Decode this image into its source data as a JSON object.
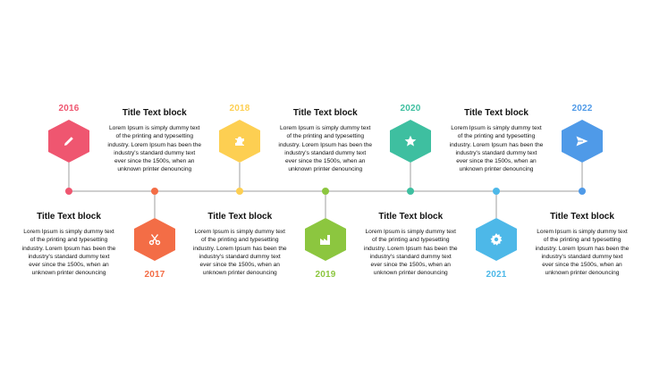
{
  "colors": {
    "line": "#cfcfcf",
    "red": "#ef5670",
    "orange": "#f36d46",
    "yellow": "#fdcf52",
    "green": "#8cc63f",
    "teal": "#3ebfa0",
    "sky": "#4db8e8",
    "blue": "#4f9ae8"
  },
  "milestones": [
    {
      "year": "2016",
      "position": "top",
      "color": "#ef5670",
      "icon": "pencil-icon",
      "title": "Title Text block",
      "body": [
        "Lorem Ipsum is simply dummy text",
        "of the printing and typesetting",
        "industry. Lorem Ipsum has been the",
        "industry's standard dummy text",
        "ever since the 1500s, when an",
        "unknown printer denouncing"
      ]
    },
    {
      "year": "2017",
      "position": "bottom",
      "color": "#f36d46",
      "icon": "scissors-icon",
      "title": "Title Text block",
      "body": [
        "Lorem Ipsum is simply dummy text",
        "of the printing and typesetting",
        "industry. Lorem Ipsum has been the",
        "industry's standard dummy text",
        "ever since the 1500s, when an",
        "unknown printer denouncing"
      ]
    },
    {
      "year": "2018",
      "position": "top",
      "color": "#fdcf52",
      "icon": "puzzle-icon",
      "title": "Title Text block",
      "body": [
        "Lorem Ipsum is simply dummy text",
        "of the printing and typesetting",
        "industry. Lorem Ipsum has been the",
        "industry's standard dummy text",
        "ever since the 1500s, when an",
        "unknown printer denouncing"
      ]
    },
    {
      "year": "2019",
      "position": "bottom",
      "color": "#8cc63f",
      "icon": "factory-icon",
      "title": "Title Text block",
      "body": [
        "Lorem Ipsum is simply dummy text",
        "of the printing and typesetting",
        "industry. Lorem Ipsum has been the",
        "industry's standard dummy text",
        "ever since the 1500s, when an",
        "unknown printer denouncing"
      ]
    },
    {
      "year": "2020",
      "position": "top",
      "color": "#3ebfa0",
      "icon": "star-icon",
      "title": "Title Text block",
      "body": [
        "Lorem Ipsum is simply dummy text",
        "of the printing and typesetting",
        "industry. Lorem Ipsum has been the",
        "industry's standard dummy text",
        "ever since the 1500s, when an",
        "unknown printer denouncing"
      ]
    },
    {
      "year": "2021",
      "position": "bottom",
      "color": "#4db8e8",
      "icon": "gear-icon",
      "title": "Title Text block",
      "body": [
        "Lorem Ipsum is simply dummy text",
        "of the printing and typesetting",
        "industry. Lorem Ipsum has been the",
        "industry's standard dummy text",
        "ever since the 1500s, when an",
        "unknown printer denouncing"
      ]
    },
    {
      "year": "2022",
      "position": "top",
      "color": "#4f9ae8",
      "icon": "send-icon",
      "title": "Title Text block",
      "body": [
        "Lorem Ipsum is simply dummy text",
        "of the printing and typesetting",
        "industry. Lorem Ipsum has been the",
        "industry's standard dummy text",
        "ever since the 1500s, when an",
        "unknown printer denouncing"
      ]
    }
  ]
}
